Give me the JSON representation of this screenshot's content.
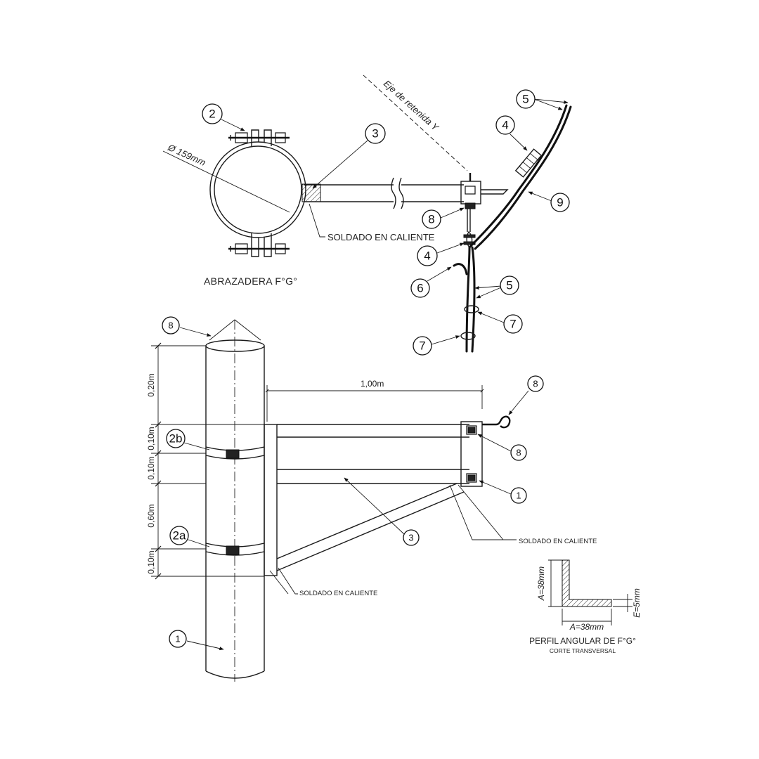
{
  "labels": {
    "soldado_top": "SOLDADO EN CALIENTE",
    "abrazadera": "ABRAZADERA F°G°",
    "diameter": "Ø 159mm",
    "eje_retenida": "Eje de retenida Y",
    "soldado_right": "SOLDADO EN CALIENTE",
    "soldado_bottom": "SOLDADO EN CALIENTE",
    "perfil_title": "PERFIL ANGULAR DE F°G°",
    "perfil_subtitle": "CORTE TRANSVERSAL"
  },
  "dimensions": {
    "arm_length": "1,00m",
    "seg1": "0,20m",
    "seg2": "0,10m",
    "seg3": "0,10m",
    "seg4": "0,60m",
    "seg5": "0,10m",
    "profile_height": "A=38mm",
    "profile_width": "A=38mm",
    "profile_thickness": "E=5mm"
  },
  "callouts": {
    "c2_clamp": "2",
    "c3_clamp": "3",
    "c5_top": "5",
    "c4_top": "4",
    "c9": "9",
    "c8_guy": "8",
    "c4_mid": "4",
    "c6": "6",
    "c5_mid": "5",
    "c7_right": "7",
    "c7_left": "7",
    "c8_pole": "8",
    "c2b": "2b",
    "c2a": "2a",
    "c1_pole": "1",
    "c8_hook": "8",
    "c8_bolt": "8",
    "c1_bolt": "1",
    "c3_arm": "3"
  }
}
